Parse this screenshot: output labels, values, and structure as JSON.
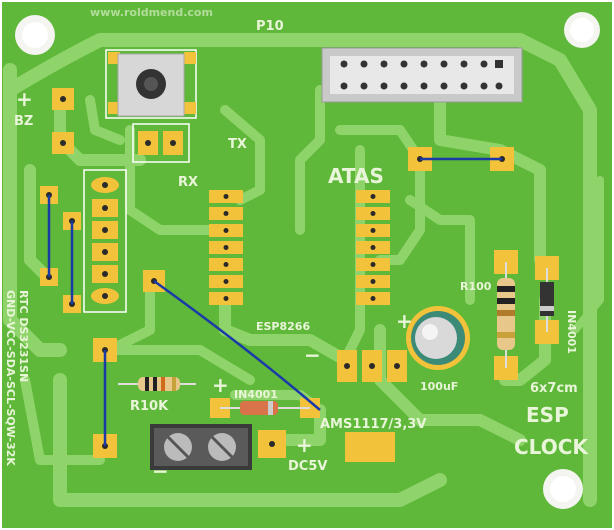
{
  "board": {
    "colors": {
      "substrate": "#5fb83a",
      "trace": "#8fd46a",
      "pad": "#f2c33a",
      "pad_hole": "#2a2a2a",
      "silkscreen": "#e8f5d8",
      "jumper_wire": "#1a3aa8"
    },
    "labels": {
      "url": "www.roldmend.com",
      "p10": "P10",
      "bz": "BZ",
      "bz_plus": "+",
      "tx": "TX",
      "rx": "RX",
      "atas": "ATAS",
      "esp8266": "ESP8266",
      "rtc_line1": "RTC  DS3231SN",
      "rtc_line2": "GND-VCC-SDA-SCL-SQW-32K",
      "r100": "R100",
      "in4001_right": "IN4001",
      "r10k": "R10K",
      "in4001_bottom": "IN4001",
      "cap": "100uF",
      "ams": "AMS1117/3,3V",
      "dc5v": "DC5V",
      "dc_plus": "+",
      "dc_minus": "−",
      "cap_plus": "+",
      "cap_minus": "−",
      "board_size": "6x7cm",
      "esp": "ESP",
      "clock": "CLOCK"
    }
  }
}
